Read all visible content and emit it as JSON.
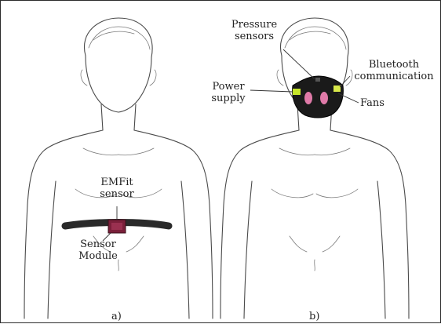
{
  "panels": [
    {
      "caption": "a)",
      "labels": {
        "emfit": [
          "EMFit",
          "sensor"
        ],
        "module": [
          "Sensor",
          "Module"
        ]
      }
    },
    {
      "caption": "b)",
      "labels": {
        "pressure": [
          "Pressure",
          "sensors"
        ],
        "bluetooth": [
          "Bluetooth",
          "communication"
        ],
        "power": [
          "Power",
          "supply"
        ],
        "fans": "Fans"
      }
    }
  ],
  "colors": {
    "strap": "#2a2a2a",
    "module": "#7a1f3a",
    "mask": "#1a1a1a",
    "power_supply": "#c6e62a",
    "bluetooth": "#d8e84a",
    "fans": "#e07aa8"
  }
}
